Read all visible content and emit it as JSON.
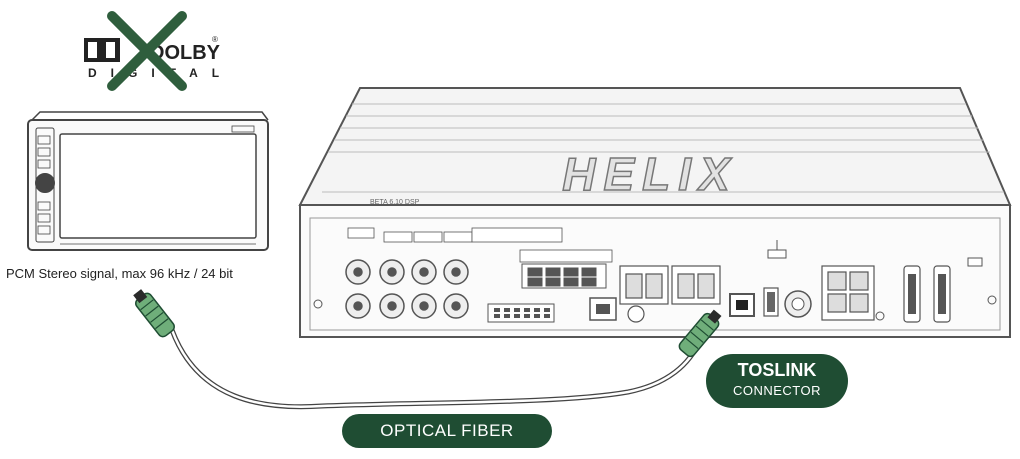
{
  "headunit": {
    "caption": "PCM Stereo signal, max 96 kHz / 24 bit"
  },
  "dolby_logo": {
    "brand": "DOLBY",
    "sub": "DIGITAL",
    "status": "crossed out"
  },
  "amplifier": {
    "brand": "HELIX",
    "model": "BETA 6.10 DSP"
  },
  "labels": {
    "optical_fiber": "OPTICAL FIBER",
    "toslink_line1": "TOSLINK",
    "toslink_line2": "CONNECTOR"
  },
  "colors": {
    "accent_dark_green": "#1f4d33",
    "cable_green": "#6fae7a",
    "line": "#333333"
  }
}
